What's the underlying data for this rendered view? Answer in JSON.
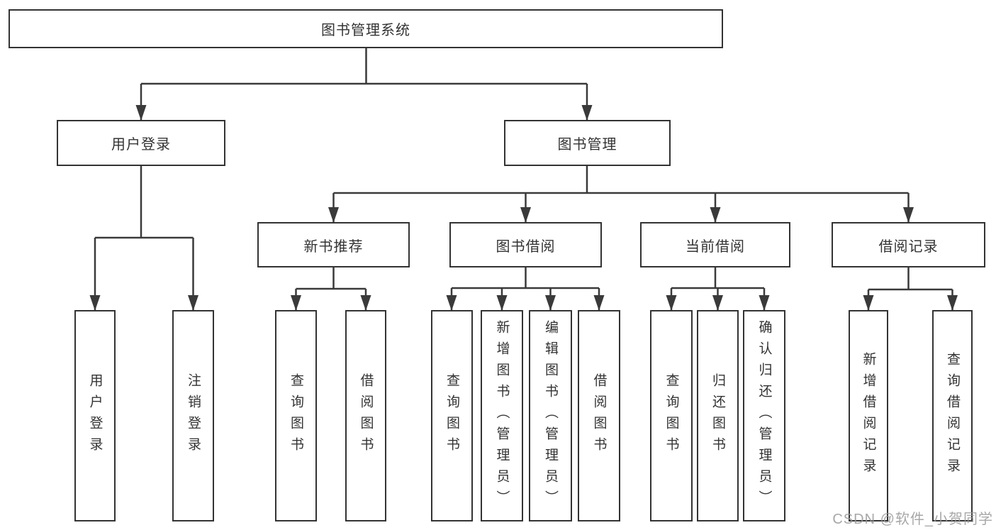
{
  "diagram": {
    "root": {
      "label": "图书管理系统"
    },
    "branches": [
      {
        "label": "用户登录",
        "leaves": [
          {
            "label": "用户登录"
          },
          {
            "label": "注销登录"
          }
        ]
      },
      {
        "label": "图书管理",
        "groups": [
          {
            "label": "新书推荐",
            "leaves": [
              {
                "label": "查询图书"
              },
              {
                "label": "借阅图书"
              }
            ]
          },
          {
            "label": "图书借阅",
            "leaves": [
              {
                "label": "查询图书"
              },
              {
                "label": "新增图书（管理员）"
              },
              {
                "label": "编辑图书（管理员）"
              },
              {
                "label": "借阅图书"
              }
            ]
          },
          {
            "label": "当前借阅",
            "leaves": [
              {
                "label": "查询图书"
              },
              {
                "label": "归还图书"
              },
              {
                "label": "确认归还（管理员）"
              }
            ]
          },
          {
            "label": "借阅记录",
            "leaves": [
              {
                "label": "新增借阅记录"
              },
              {
                "label": "查询借阅记录"
              }
            ]
          }
        ]
      }
    ]
  },
  "watermark": {
    "text": "CSDN @软件_小贺同学"
  },
  "colors": {
    "line": "#3a3a3a",
    "box_border": "#333333",
    "box_fill": "#ffffff",
    "text": "#333333",
    "background": "#ffffff",
    "watermark": "#989898"
  }
}
